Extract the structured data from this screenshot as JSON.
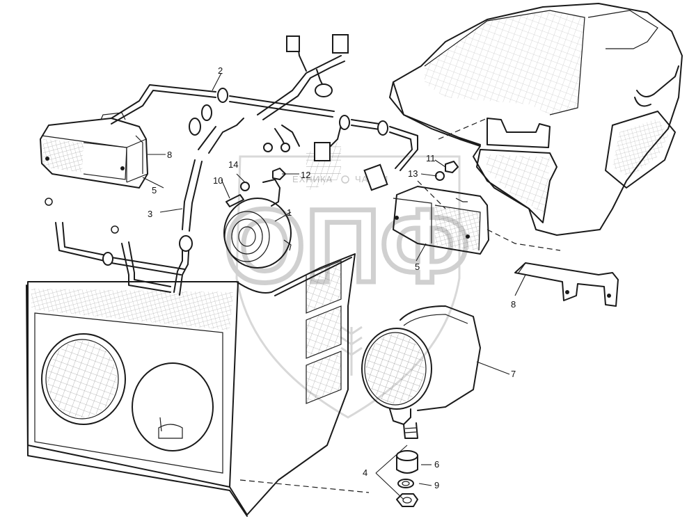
{
  "watermark": {
    "left_text": "ЕХНИКА",
    "right_text": "ЧАСТИ",
    "big_text": "ОПФ"
  },
  "callouts": [
    {
      "id": "c1",
      "text": "1"
    },
    {
      "id": "c2",
      "text": "2"
    },
    {
      "id": "c3",
      "text": "3"
    },
    {
      "id": "c4",
      "text": "4"
    },
    {
      "id": "c5a",
      "text": "5"
    },
    {
      "id": "c5b",
      "text": "5"
    },
    {
      "id": "c6",
      "text": "6"
    },
    {
      "id": "c7",
      "text": "7"
    },
    {
      "id": "c8a",
      "text": "8"
    },
    {
      "id": "c8b",
      "text": "8"
    },
    {
      "id": "c9",
      "text": "9"
    },
    {
      "id": "c10",
      "text": "10"
    },
    {
      "id": "c11",
      "text": "11"
    },
    {
      "id": "c12",
      "text": "12"
    },
    {
      "id": "c13",
      "text": "13"
    },
    {
      "id": "c14",
      "text": "14"
    }
  ]
}
